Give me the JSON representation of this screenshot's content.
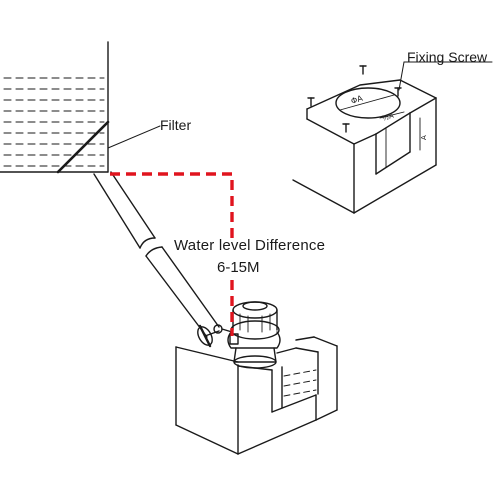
{
  "labels": {
    "filter": "Filter",
    "fixing_screw": "Fixing Screw",
    "water_level_difference": "Water level Difference",
    "water_level_range": "6-15M"
  },
  "dimension_marks": {
    "diameter": "ΦA",
    "half_diameter": "½A",
    "depth": "A"
  },
  "colors": {
    "line": "#1a1a1a",
    "head_marker": "#e0141e"
  }
}
